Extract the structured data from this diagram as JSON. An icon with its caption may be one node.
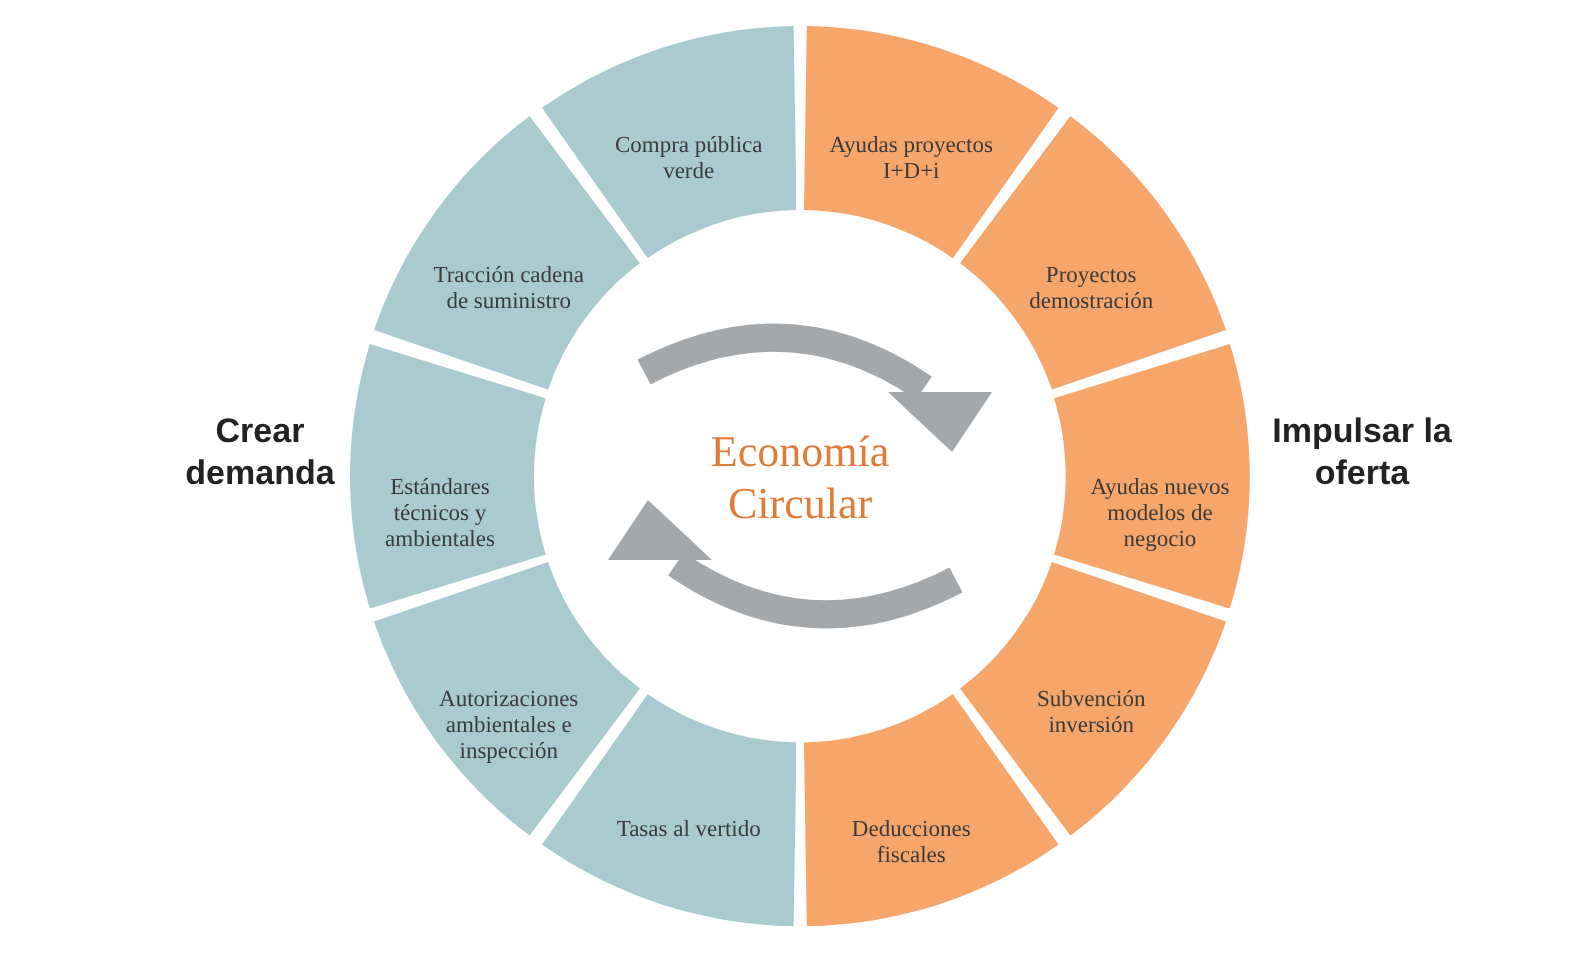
{
  "diagram": {
    "nodes": [
      {
        "text": [
          "Compra pública verde"
        ]
      },
      {
        "text": [
          "Tracción cadena de suministro"
        ]
      },
      {
        "text": [
          "Estándares técnicos y ambientales"
        ]
      },
      {
        "text": [
          "Autorizaciones ambientales e inspección"
        ]
      },
      {
        "text": [
          "Tasas al vertido"
        ]
      },
      {
        "text": [
          "Ayudas proyectos I+D+i"
        ]
      },
      {
        "text": [
          "Proyectos demostración"
        ]
      },
      {
        "text": [
          "Ayudas nuevos modelos de negocio"
        ]
      },
      {
        "text": [
          "Subvención inversión"
        ]
      },
      {
        "text": [
          "Deducciones fiscales"
        ]
      }
    ],
    "edges": [],
    "labels": [
      "Crear demanda",
      "Economía Circular",
      "Impulsar la oferta"
    ]
  }
}
